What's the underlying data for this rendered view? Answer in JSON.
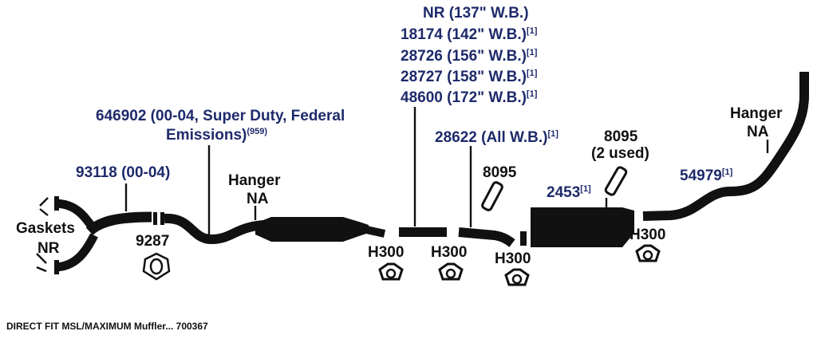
{
  "parts": {
    "top_list": [
      {
        "text": "NR (137\" W.B.)",
        "sup": ""
      },
      {
        "text": "18174 (142\" W.B.)",
        "sup": "[1]"
      },
      {
        "text": "28726 (156\" W.B.)",
        "sup": "[1]"
      },
      {
        "text": "28727 (158\" W.B.)",
        "sup": "[1]"
      },
      {
        "text": "48600 (172\" W.B.)",
        "sup": "[1]"
      }
    ],
    "cat_line1": "646902 (00-04, Super Duty, Federal",
    "cat_line2": "Emissions)",
    "cat_sup": "(959)",
    "front_pipe": "93118 (00-04)",
    "gaskets_line1": "Gaskets",
    "gaskets_line2": "NR",
    "gasket_part": "9287",
    "hanger_mid_line1": "Hanger",
    "hanger_mid_line2": "NA",
    "hanger_right_line1": "Hanger",
    "hanger_right_line2": "NA",
    "h300": "H300",
    "pipe_28622": "28622 (All W.B.)",
    "pipe_28622_sup": "[1]",
    "clamp_8095": "8095",
    "clamp_8095_b_line1": "8095",
    "clamp_8095_b_line2": "(2 used)",
    "muffler": "2453",
    "muffler_sup": "[1]",
    "tail": "54979",
    "tail_sup": "[1]",
    "footer": "DIRECT FIT MSL/MAXIMUM Muffler... 700367"
  },
  "colors": {
    "label_blue": "#1e2a6b",
    "pipe": "#111111"
  }
}
